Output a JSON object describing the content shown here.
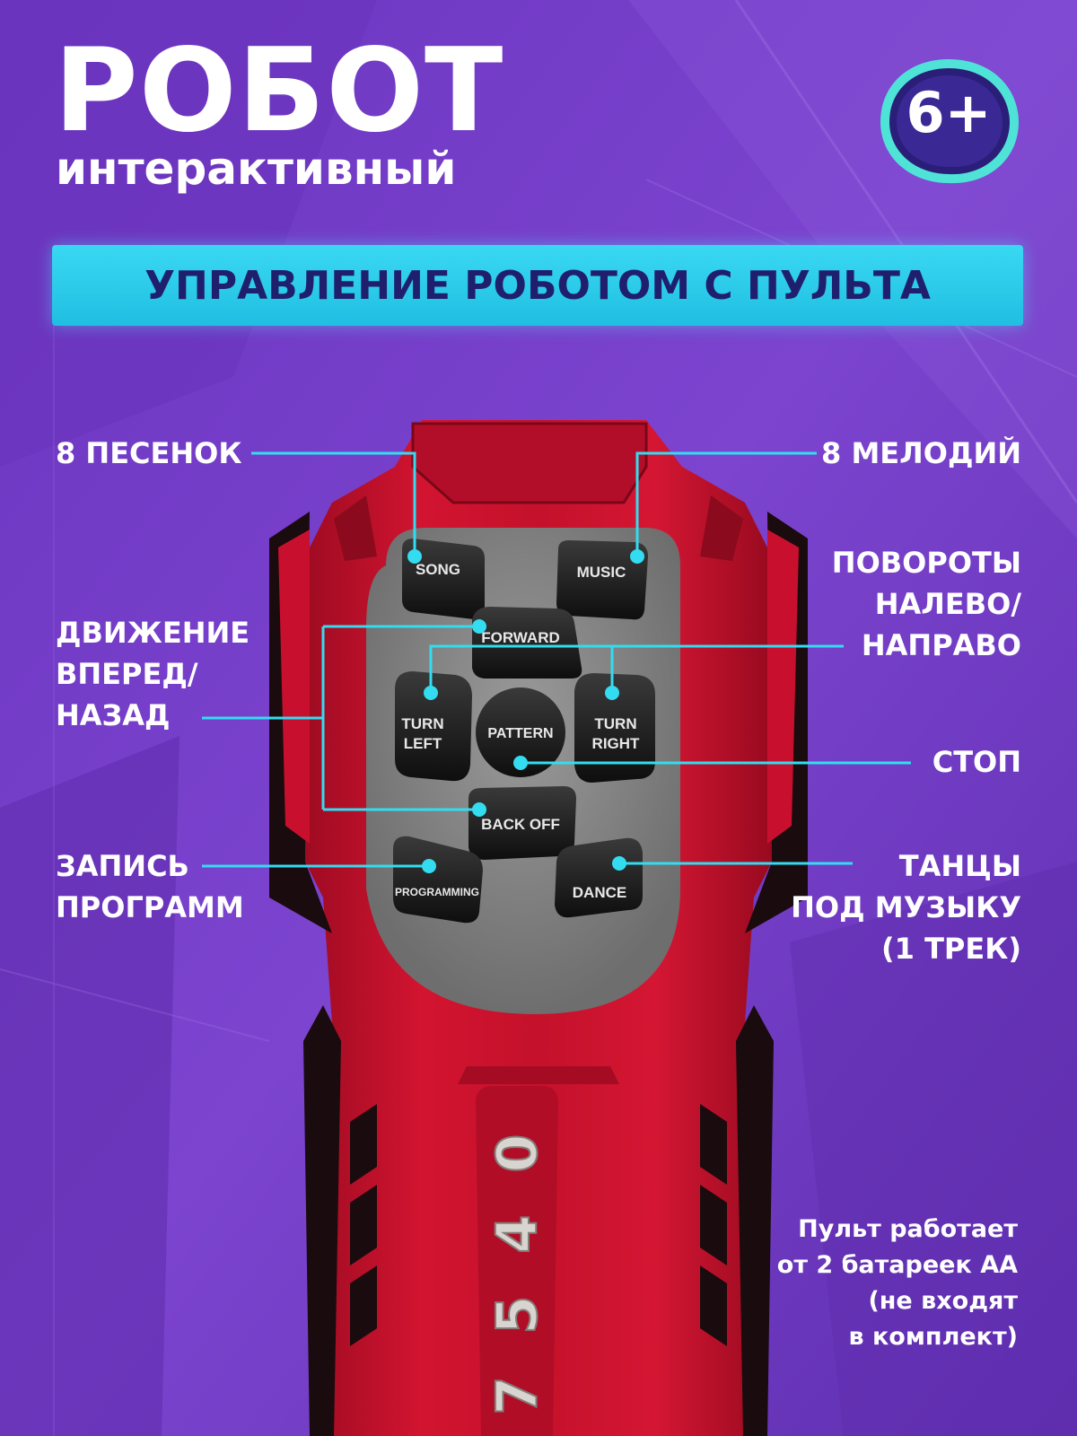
{
  "header": {
    "title": "РОБОТ",
    "subtitle": "интерактивный",
    "age_badge": "6+"
  },
  "banner": {
    "text": "УПРАВЛЕНИЕ РОБОТОМ С ПУЛЬТА"
  },
  "remote": {
    "buttons": {
      "song": "SONG",
      "music": "MUSIC",
      "forward": "FORWARD",
      "turn_left_1": "TURN",
      "turn_left_2": "LEFT",
      "pattern": "PATTERN",
      "turn_right_1": "TURN",
      "turn_right_2": "RIGHT",
      "back_off": "BACK OFF",
      "programming": "PROGRAMMING",
      "dance": "DANCE"
    },
    "number_digits": [
      "0",
      "4",
      "5",
      "7"
    ]
  },
  "labels": {
    "songs": "8 ПЕСЕНОК",
    "melodies": "8 МЕЛОДИЙ",
    "turns": "ПОВОРОТЫ\nНАЛЕВО/\nНАПРАВО",
    "movement": "ДВИЖЕНИЕ\nВПЕРЕД/\nНАЗАД",
    "stop": "СТОП",
    "record": "ЗАПИСЬ\nПРОГРАММ",
    "dance": "ТАНЦЫ\nПОД МУЗЫКУ\n(1 ТРЕК)"
  },
  "note": "Пульт работает\nот 2 батареек АА\n(не входят\nв комплект)",
  "colors": {
    "background": "#7a3fcb",
    "banner": "#2ccbe8",
    "banner_text": "#1f1f6e",
    "connector_lines": "#33dcf0",
    "remote_body": "#c8102e",
    "remote_panel": "#8e8e8e",
    "button": "#1c1c1c"
  }
}
